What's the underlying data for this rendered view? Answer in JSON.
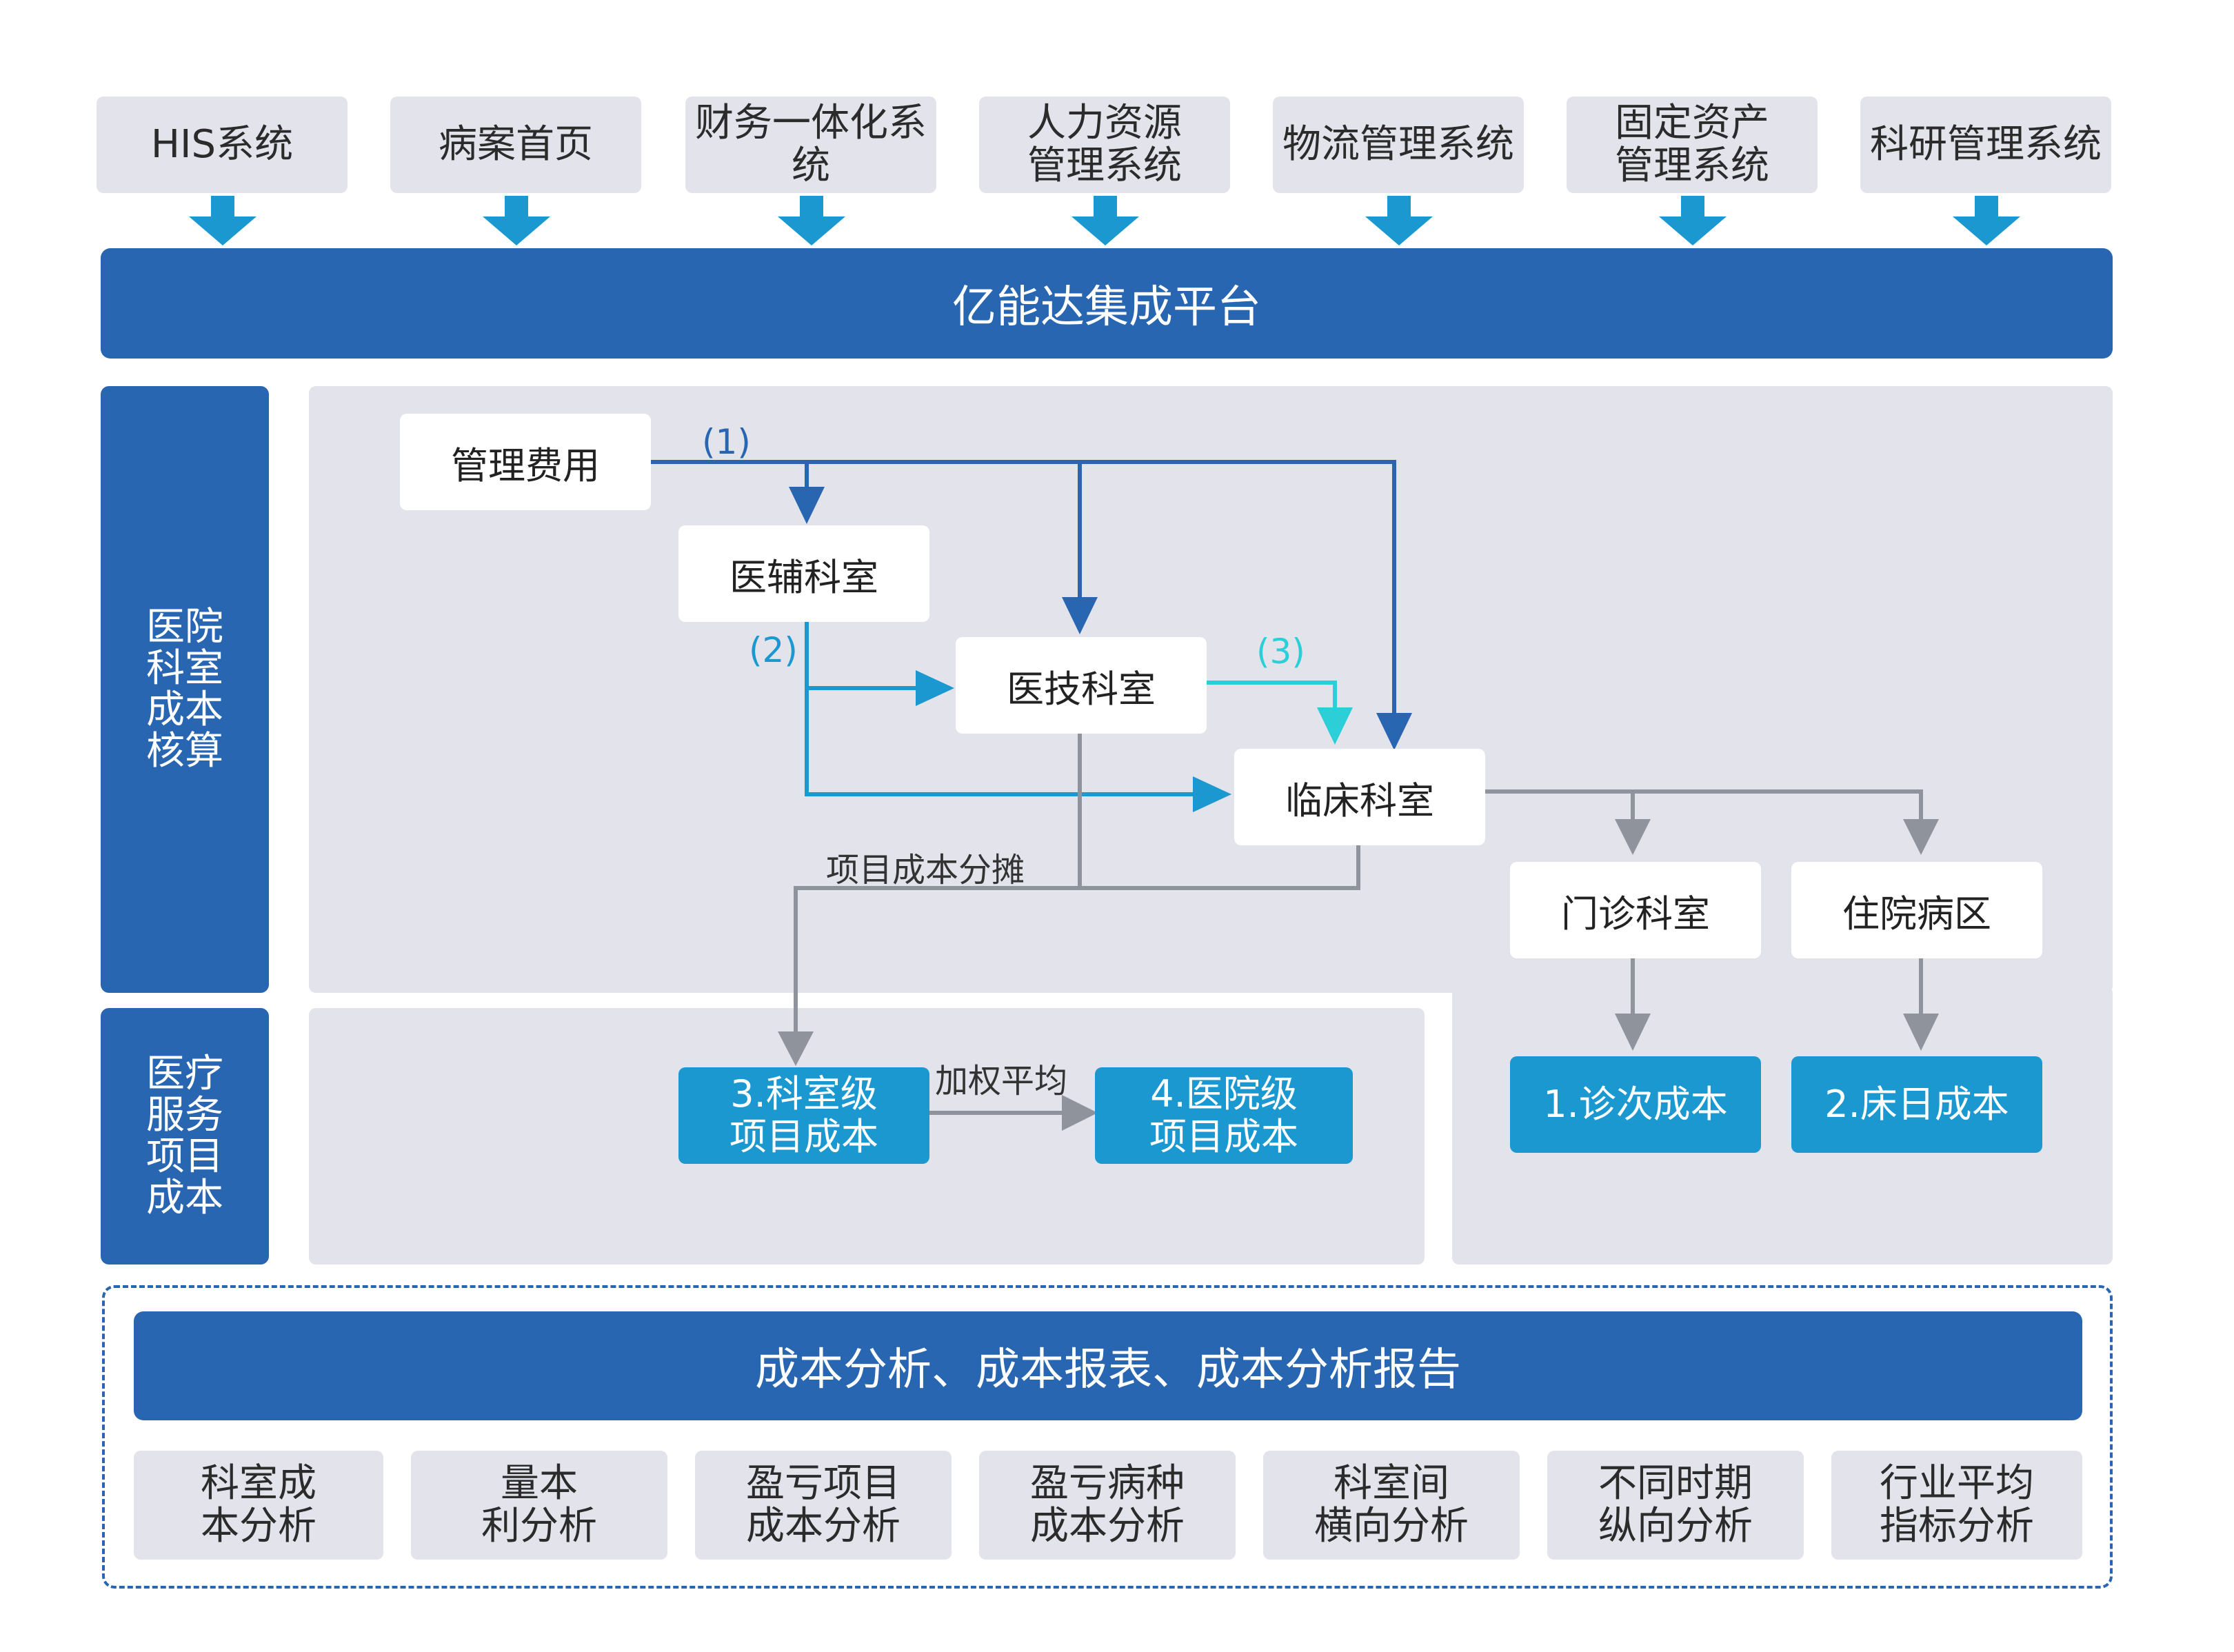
{
  "sources": [
    "HIS系统",
    "病案首页",
    "财务一体化系统",
    "人力资源\n管理系统",
    "物流管理系统",
    "固定资产\n管理系统",
    "科研管理系统"
  ],
  "platform": "亿能达集成平台",
  "side_labels": {
    "dept_cost": "医院科室成本核算",
    "service_cost": "医疗服务项目成本"
  },
  "nodes": {
    "mgmt": "管理费用",
    "aux": "医辅科室",
    "tech": "医技科室",
    "clinical": "临床科室",
    "outpatient": "门诊科室",
    "inpatient": "住院病区",
    "visit_cost": "1.诊次成本",
    "bed_cost": "2.床日成本",
    "dept_item_cost": "3.科室级\n项目成本",
    "hosp_item_cost": "4.医院级\n项目成本"
  },
  "flow_labels": {
    "step1": "(1)",
    "step2": "(2)",
    "step3": "(3)",
    "allocation": "项目成本分摊",
    "weighted_avg": "加权平均"
  },
  "report_title": "成本分析、成本报表、成本分析报告",
  "analyses": [
    "科室成\n本分析",
    "量本\n利分析",
    "盈亏项目\n成本分析",
    "盈亏病种\n成本分析",
    "科室间\n横向分析",
    "不同时期\n纵向分析",
    "行业平均\n指标分析"
  ],
  "colors": {
    "dark_blue": "#2866b2",
    "mid_blue": "#1b98d0",
    "flow_blue": "#2d86cc",
    "cyan": "#2ccfd8",
    "gray_line": "#8f939c",
    "panel_gray": "#e2e3eb"
  }
}
